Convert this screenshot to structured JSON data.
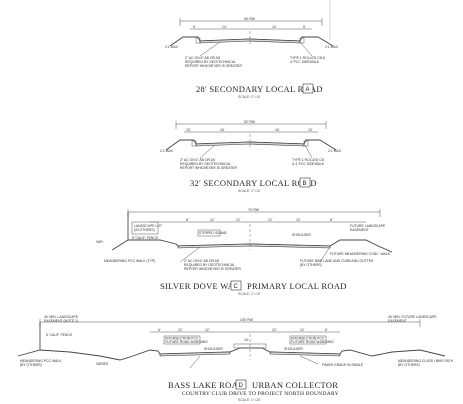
{
  "sections": [
    {
      "id": "A",
      "title": "28' SECONDARY LOCAL ROAD",
      "scale": "SCALE: 1\"=10'",
      "row": "50' RW",
      "dims": [
        "14'",
        "14'",
        "10'",
        "10'",
        "5'",
        "5'"
      ],
      "notes": [
        "TYPE 1 ROLLED CB &",
        "4' PCC SIDEWALK",
        "2\" AC ON 6\" AB OR AS",
        "REQUIRED BY GEOTECHNICAL",
        "REPORT WHICHEVER IS GREATER"
      ],
      "slope": "2:1 MAX"
    },
    {
      "id": "B",
      "title": "32' SECONDARY LOCAL ROAD",
      "scale": "SCALE: 1\"=10'",
      "row": "52' RW",
      "dims": [
        "16'",
        "16'",
        "10'",
        "10'"
      ],
      "notes": [
        "TYPE 1 ROLLED CB",
        "& 4' PCC SIDEWALK",
        "2\" AC ON 6\" AB OR AS",
        "REQUIRED BY GEOTECHNICAL",
        "REPORT WHICHEVER IS GREATER"
      ],
      "slope": "2:1 MAX"
    },
    {
      "id": "C",
      "title": "SILVER DOVE WAY",
      "title2": "PRIMARY LOCAL ROAD",
      "scale": "SCALE: 1\"=10'",
      "row": "70' RW",
      "dims": [
        "12'",
        "12'",
        "12'",
        "12'",
        "8'",
        "8'"
      ],
      "notes": [
        "LANDSCAPE LOT",
        "(IN OTHERS)",
        "5' CALIF. FENCE",
        "MEANDERING PCC WALK (TYP)",
        "STRIPED ISLAND",
        "SHOULDER",
        "FUTURE LANDSCAPE",
        "EASEMENT",
        "FUTURE MEANDERING CONC. WALK",
        "FUTURE BIKE LANE AND CURB AND GUTTER",
        "(BY OTHERS)"
      ],
      "slope": "VAR."
    },
    {
      "id": "D",
      "title": "BASS LAKE ROAD",
      "title2": "URBAN COLLECTOR",
      "subtitle": "COUNTRY CLUB DRIVE TO PROJECT NORTH BOUNDARY",
      "scale": "SCALE: 1\"=20'",
      "row": "100' RW",
      "dims": [
        "12'",
        "12'",
        "12'",
        "12'",
        "6'",
        "6'",
        "14'"
      ],
      "notes": [
        "40' MIN. LANDSCAPE",
        "EASEMENT (NOTE 1)",
        "5' CALIF. FENCE",
        "MEANDERING PCC WALK",
        "(BY OTHERS)",
        "INTERSECTION PCC",
        "FUTURE ROAD WIDENING",
        "SHOULDER",
        "40' MIN. FUTURE LANDSCAPE",
        "EASEMENT",
        "MEANDERING CLASS I BIKE PATH",
        "(BY OTHERS)",
        "FINISH GRADE IN SWALE"
      ],
      "slope": "VARIES"
    }
  ]
}
